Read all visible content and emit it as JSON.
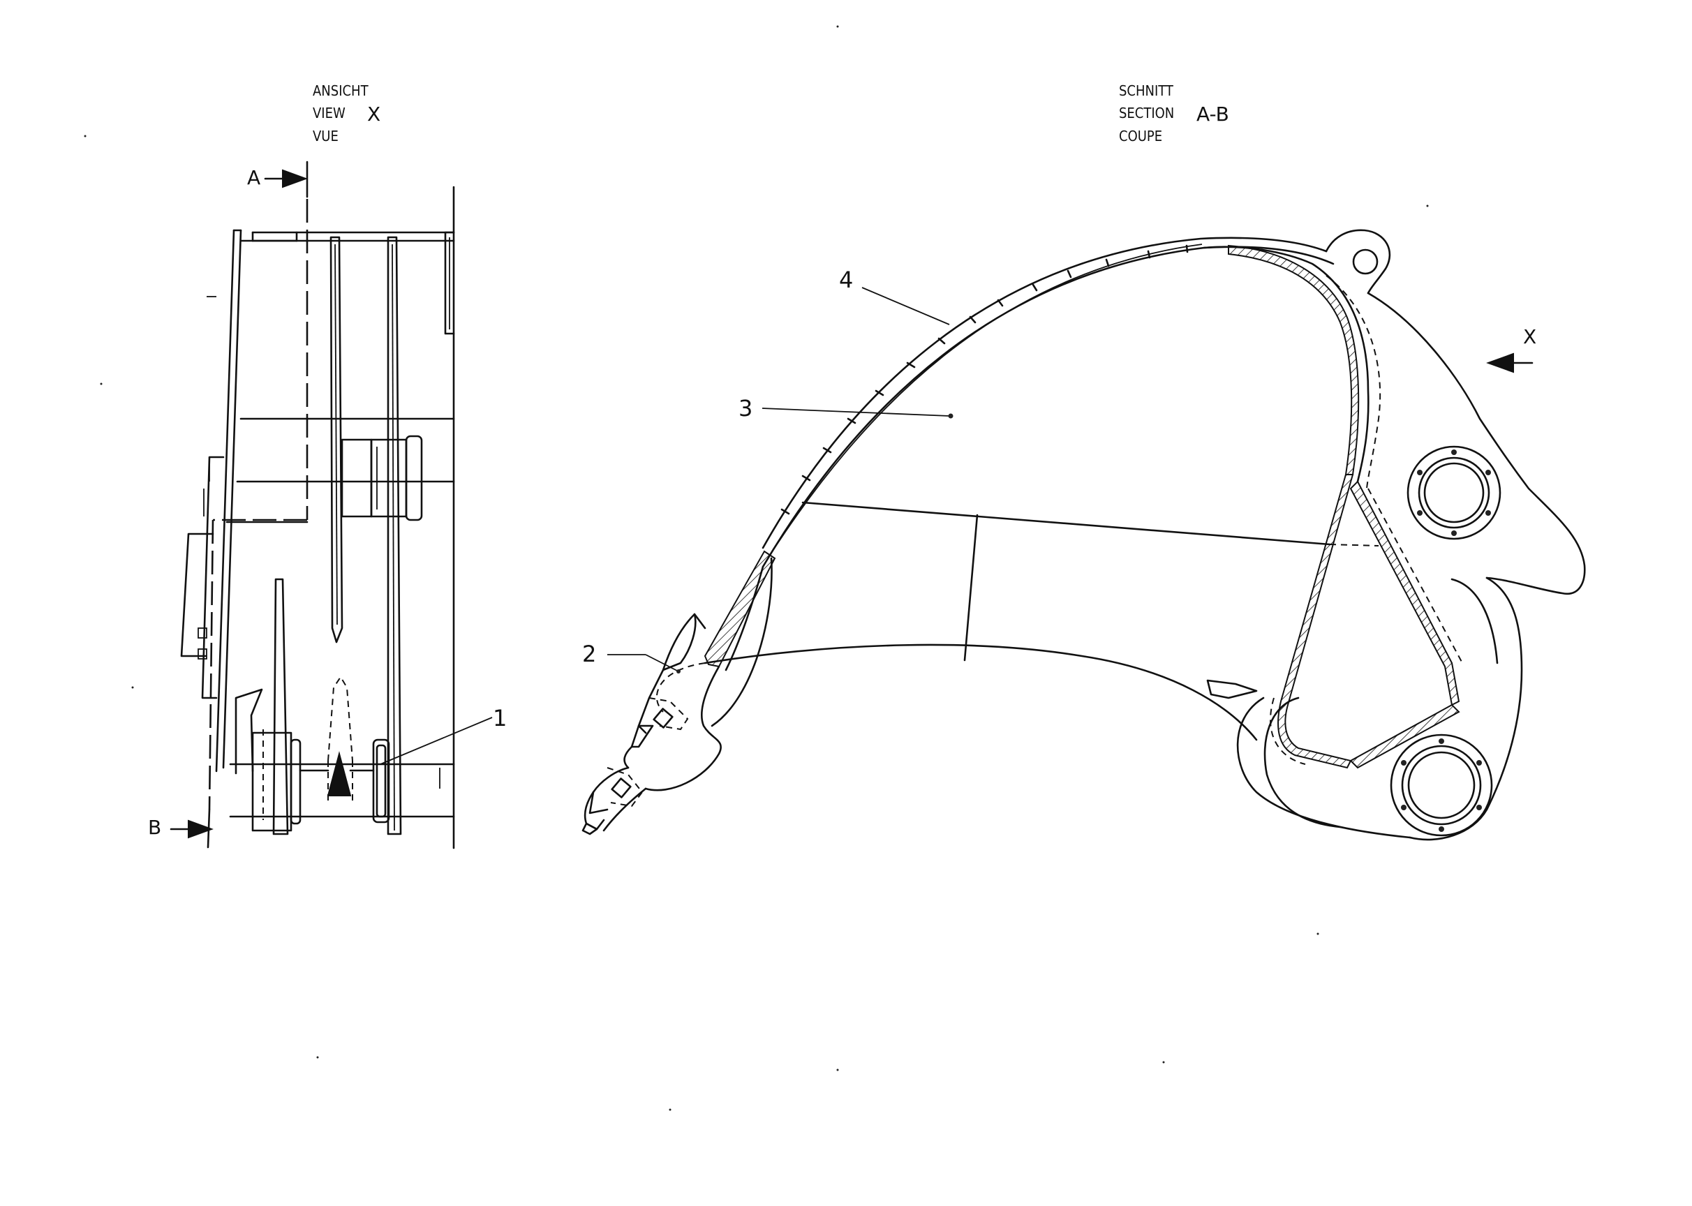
{
  "view_label": {
    "line1": "ANSICHT",
    "line2": "VIEW",
    "line3": "VUE",
    "letter": "X"
  },
  "section_label": {
    "line1": "SCHNITT",
    "line2": "SECTION",
    "line3": "COUPE",
    "letters": "A-B"
  },
  "section_marks": {
    "a": "A",
    "b": "B"
  },
  "view_arrow": "X",
  "callouts": [
    "1",
    "2",
    "3",
    "4"
  ]
}
